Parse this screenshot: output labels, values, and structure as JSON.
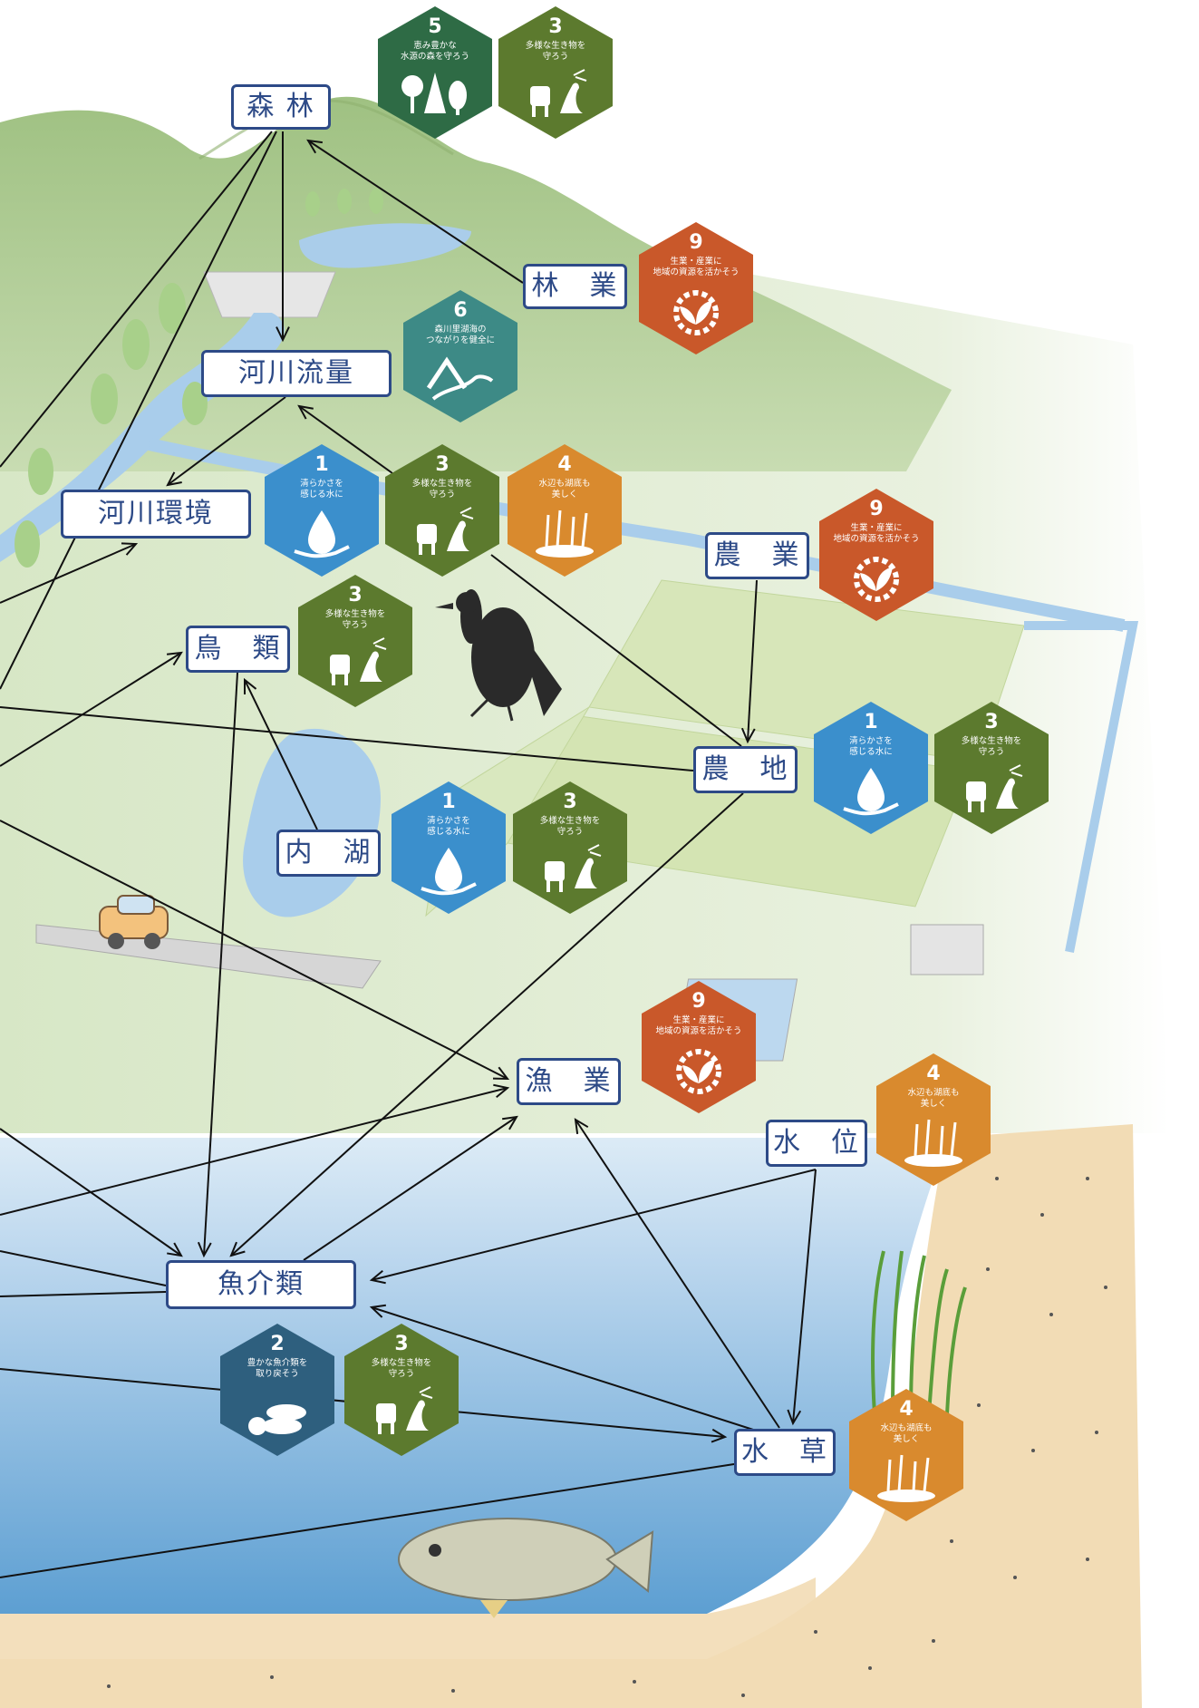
{
  "colors": {
    "node_border": "#2d4a87",
    "node_text": "#2d4a87",
    "lake": "#6aa8d6",
    "mountain": "#a9c98c",
    "field": "#d6e7b7",
    "sand": "#f0d8ae",
    "badge_1": "#3b8fcc",
    "badge_2": "#2e5f7e",
    "badge_3": "#5c7a2e",
    "badge_4": "#d98a2e",
    "badge_5": "#2e6b45",
    "badge_6": "#3d8a86",
    "badge_9": "#c9582a"
  },
  "nodes": {
    "shinrin": "森 林",
    "ringyo": "林　業",
    "kasen_ryuryo": "河川流量",
    "kasen_kankyo": "河川環境",
    "nogyo": "農　業",
    "chorui": "鳥　類",
    "nochi": "農　地",
    "naiko": "内　湖",
    "gyogyo": "漁　業",
    "suii": "水　位",
    "gyokairui": "魚介類",
    "suiso": "水　草"
  },
  "badges": {
    "goal1": {
      "num": "1",
      "label": "清らかさを\n感じる水に",
      "icon": "water-drop-hand-icon"
    },
    "goal2": {
      "num": "2",
      "label": "豊かな魚介類を\n取り戻そう",
      "icon": "fish-shell-icon"
    },
    "goal3": {
      "num": "3",
      "label": "多様な生き物を\n守ろう",
      "icon": "animals-icon"
    },
    "goal4": {
      "num": "4",
      "label": "水辺も湖底も\n美しく",
      "icon": "reeds-icon"
    },
    "goal5": {
      "num": "5",
      "label": "恵み豊かな\n水源の森を守ろう",
      "icon": "forest-icon"
    },
    "goal6": {
      "num": "6",
      "label": "森川里湖海の\nつながりを健全に",
      "icon": "mountain-wave-icon"
    },
    "goal9": {
      "num": "9",
      "label": "生業・産業に\n地域の資源を活かそう",
      "icon": "gear-leaf-icon"
    }
  },
  "badge_placements": [
    {
      "goal": "goal5",
      "near": "shinrin"
    },
    {
      "goal": "goal3",
      "near": "shinrin"
    },
    {
      "goal": "goal9",
      "near": "ringyo"
    },
    {
      "goal": "goal6",
      "near": "kasen_ryuryo"
    },
    {
      "goal": "goal1",
      "near": "kasen_kankyo"
    },
    {
      "goal": "goal3",
      "near": "kasen_kankyo"
    },
    {
      "goal": "goal4",
      "near": "kasen_kankyo"
    },
    {
      "goal": "goal9",
      "near": "nogyo"
    },
    {
      "goal": "goal3",
      "near": "chorui"
    },
    {
      "goal": "goal1",
      "near": "nochi"
    },
    {
      "goal": "goal3",
      "near": "nochi"
    },
    {
      "goal": "goal1",
      "near": "naiko"
    },
    {
      "goal": "goal3",
      "near": "naiko"
    },
    {
      "goal": "goal9",
      "near": "gyogyo"
    },
    {
      "goal": "goal4",
      "near": "suii"
    },
    {
      "goal": "goal2",
      "near": "gyokairui"
    },
    {
      "goal": "goal3",
      "near": "gyokairui"
    },
    {
      "goal": "goal4",
      "near": "suiso"
    }
  ],
  "arrows": [
    {
      "from": "shinrin",
      "to": "kasen_ryuryo"
    },
    {
      "from": "ringyo",
      "to": "shinrin"
    },
    {
      "from": "kasen_ryuryo",
      "to": "kasen_kankyo"
    },
    {
      "from": "goal3_kankyo",
      "to": "kasen_ryuryo"
    },
    {
      "from": "nogyo",
      "to": "nochi"
    },
    {
      "from": "naiko",
      "to": "chorui"
    },
    {
      "from": "goal3_kankyo",
      "to": "nochi"
    },
    {
      "from": "nochi",
      "to": "gyokairui"
    },
    {
      "from": "chorui",
      "to": "gyokairui"
    },
    {
      "from": "gyokairui",
      "to": "gyogyo"
    },
    {
      "from": "suii",
      "to": "gyokairui"
    },
    {
      "from": "suii",
      "to": "suiso"
    },
    {
      "from": "suiso",
      "to": "gyokairui"
    },
    {
      "from": "suiso",
      "to": "gyogyo"
    }
  ],
  "illustrations": [
    "mountains",
    "river",
    "dam",
    "rice-fields",
    "lake",
    "cormorant",
    "car",
    "bass-fish",
    "reeds"
  ]
}
